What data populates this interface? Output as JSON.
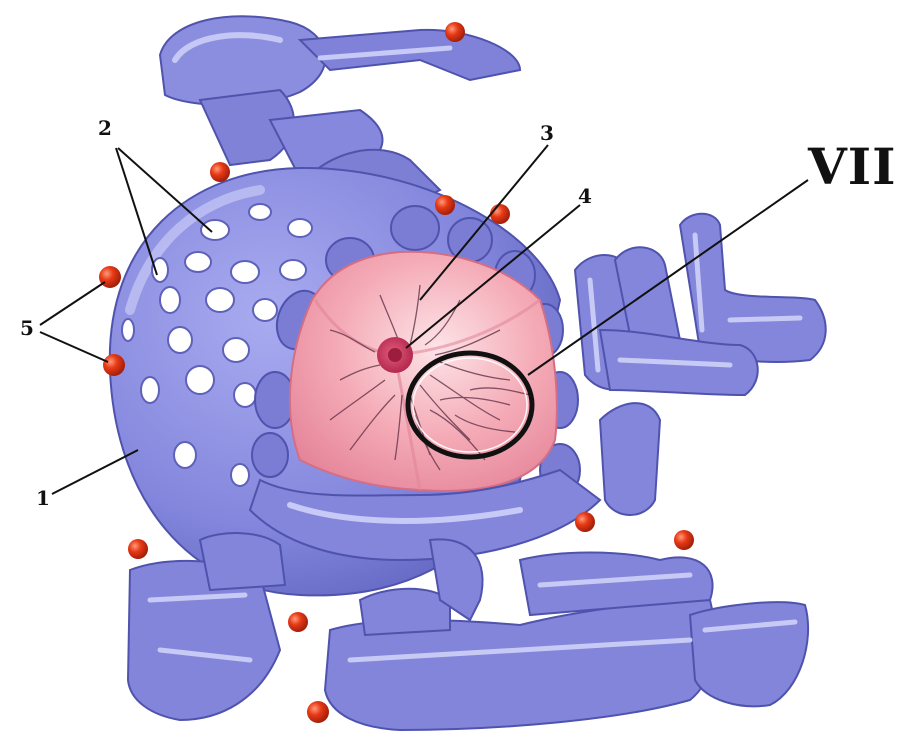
{
  "labels": {
    "label_1": "1",
    "label_2": "2",
    "label_3": "3",
    "label_4": "4",
    "label_5": "5",
    "label_vii": "VII"
  },
  "colors": {
    "membrane": "#8c8fe0",
    "membrane_dark": "#5b5fb8",
    "membrane_light": "#c9cbf6",
    "nucleoplasm": "#f3a9b4",
    "nucleoplasm_dark": "#e27a8c",
    "nucleolus": "#c22a52",
    "ribosome": "#e23a16",
    "leader_line": "#111111",
    "highlight_ring": "#111111"
  },
  "icons": {
    "ribosome": "red-sphere",
    "nuclear_pore": "oval-hole"
  }
}
